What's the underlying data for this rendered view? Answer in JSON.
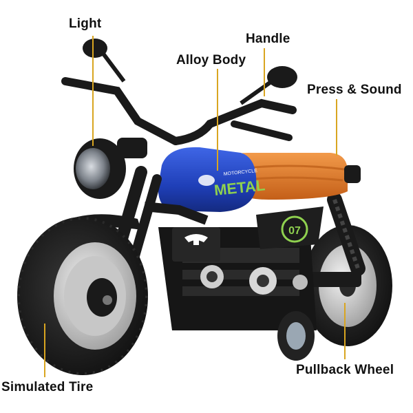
{
  "labels": {
    "light": "Light",
    "handle": "Handle",
    "alloy_body": "Alloy Body",
    "press_sound": "Press & Sound",
    "pullback_wheel": "Pullback Wheel",
    "simulated_tire": "Simulated Tire"
  },
  "decals": {
    "tank_text": "METAL",
    "tank_small": "MOTORCYCLE",
    "side_number": "07"
  },
  "colors": {
    "leader_line": "#d9a520",
    "tank_blue": "#1f3fb8",
    "seat_orange": "#e07a2c",
    "frame_black": "#1a1a1a",
    "decal_green": "#8fd14f"
  }
}
